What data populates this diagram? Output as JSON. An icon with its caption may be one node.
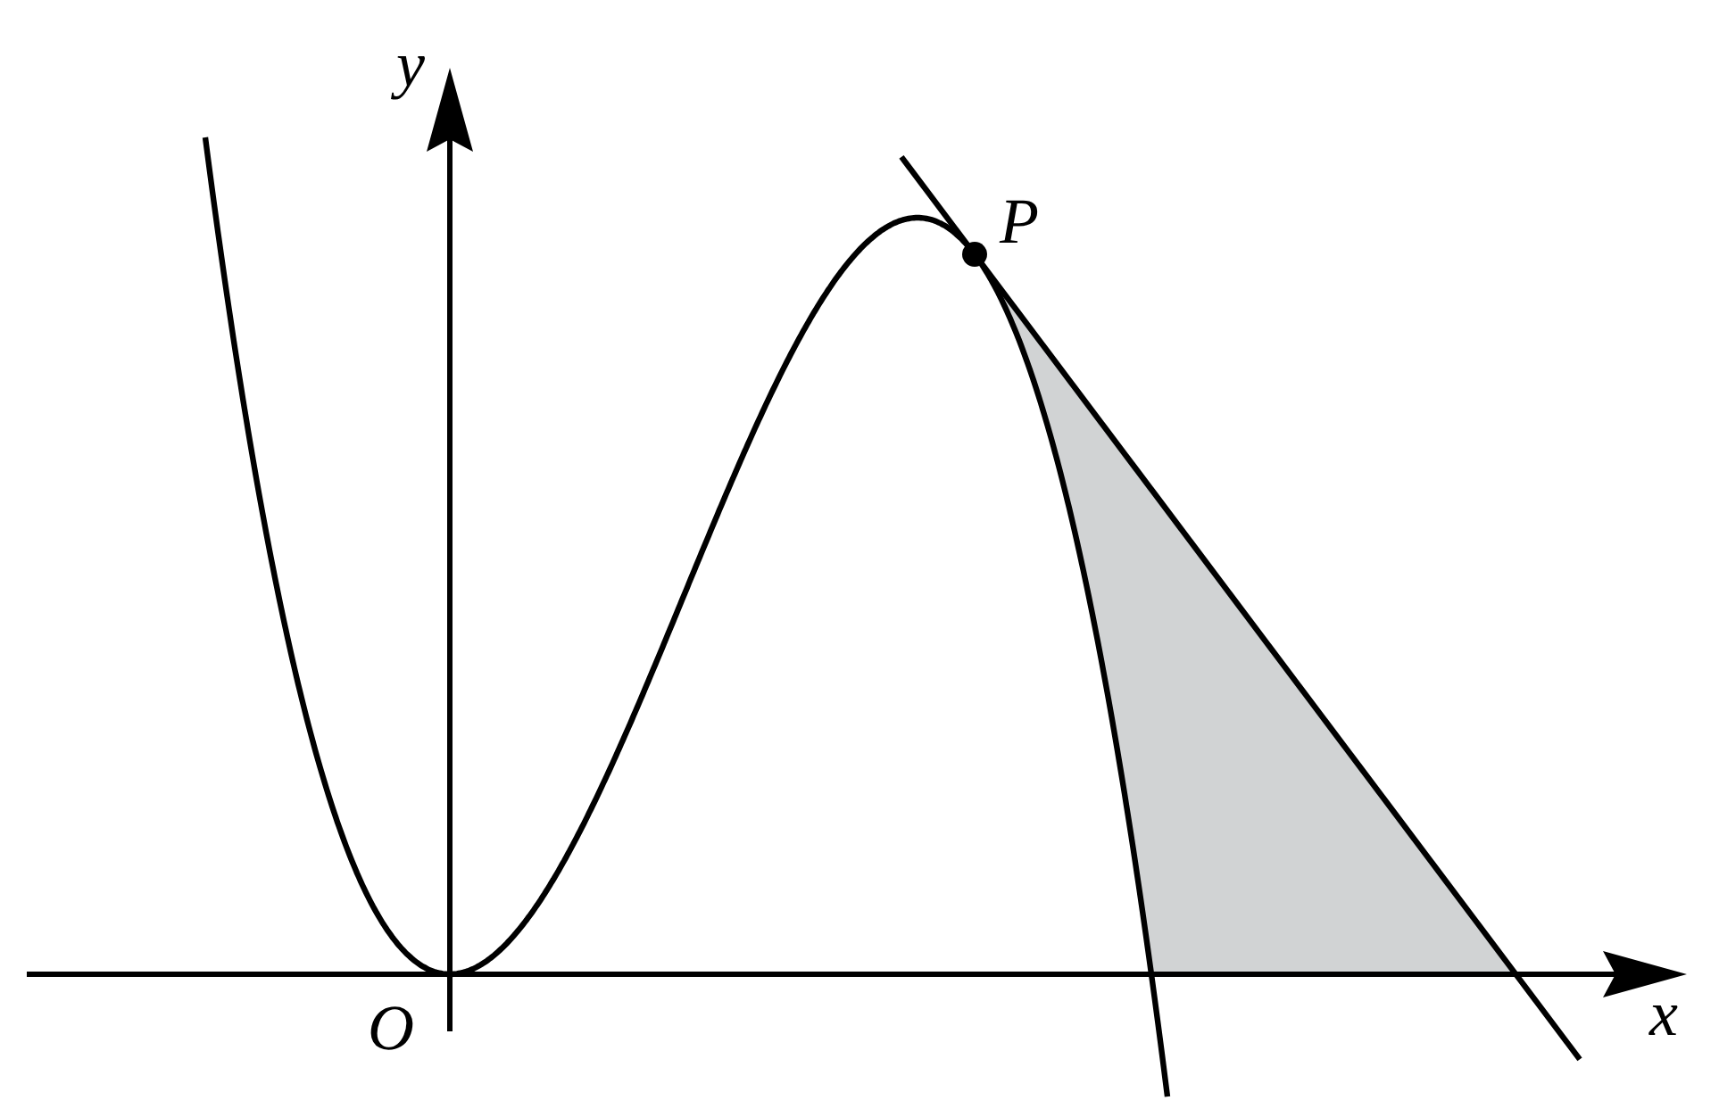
{
  "diagram": {
    "labels": [
      "y",
      "P",
      "O",
      "x"
    ]
  }
}
